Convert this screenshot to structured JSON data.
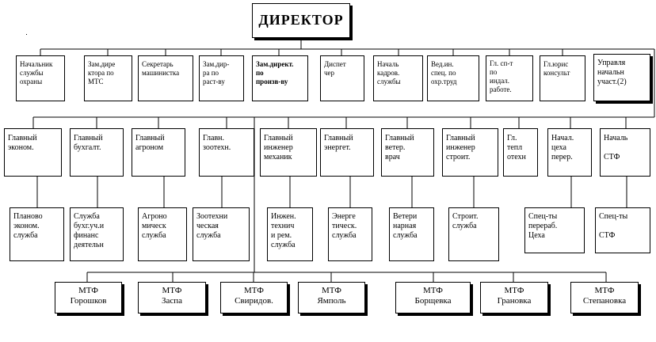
{
  "director": {
    "label": "ДИРЕКТОР"
  },
  "row1": [
    "Начальник\nслужбы\nохраны",
    "Зам.дире\nктора по\nМТС",
    "Секретарь\nмашинистка",
    "Зам.дир-\nра по\nраст-ву",
    "Зам.директ.\nпо\nпроизв-ву",
    "Диспет\nчер",
    "Началь\nкадров.\nслужбы",
    "Вед.ин.\nспец. по\nохр.труд",
    "Гл. сп-т\nпо\nиндал.\nработе.",
    "Гл.юрис\nконсульт",
    "Управля\nначальн\nучаст.(2)"
  ],
  "row2": [
    "Главный\nэконом.",
    "Главный\nбухгалт.",
    "Главный\nагроном",
    "Главн.\nзоотехн.",
    "Главный\nинженер\nмеханик",
    "Главный\nэнергет.",
    "Главный\nветер.\nврач",
    "Главный\nинженер\nстроит.",
    "Гл.\nтепл\nотехн",
    "Начал.\nцеха\nперер.",
    "Началь\n\nСТФ"
  ],
  "row3": [
    "Планово\nэконом.\nслужба",
    "Служба\nбухг.уч.и\nфинанс\nдеятельн",
    "Агроно\nмическ\nслужба",
    "Зоотехни\nческая\nслужба",
    "Инжен.\nтехнич\nи рем.\nслужба",
    "Энерге\nтическ.\nслужба",
    "Ветери\nнарная\nслужба",
    "Строит.\nслужба",
    "Спец-ты\nперераб.\nЦеха",
    "Спец-ты\n\nСТФ"
  ],
  "row4": [
    "МТФ\nГорошков",
    "МТФ\nЗаспа",
    "МТФ\nСвиридов.",
    "МТФ\nЯмполь",
    "МТФ\nБорщевка",
    "МТФ\nГрановка",
    "МТФ\nСтепановка"
  ]
}
